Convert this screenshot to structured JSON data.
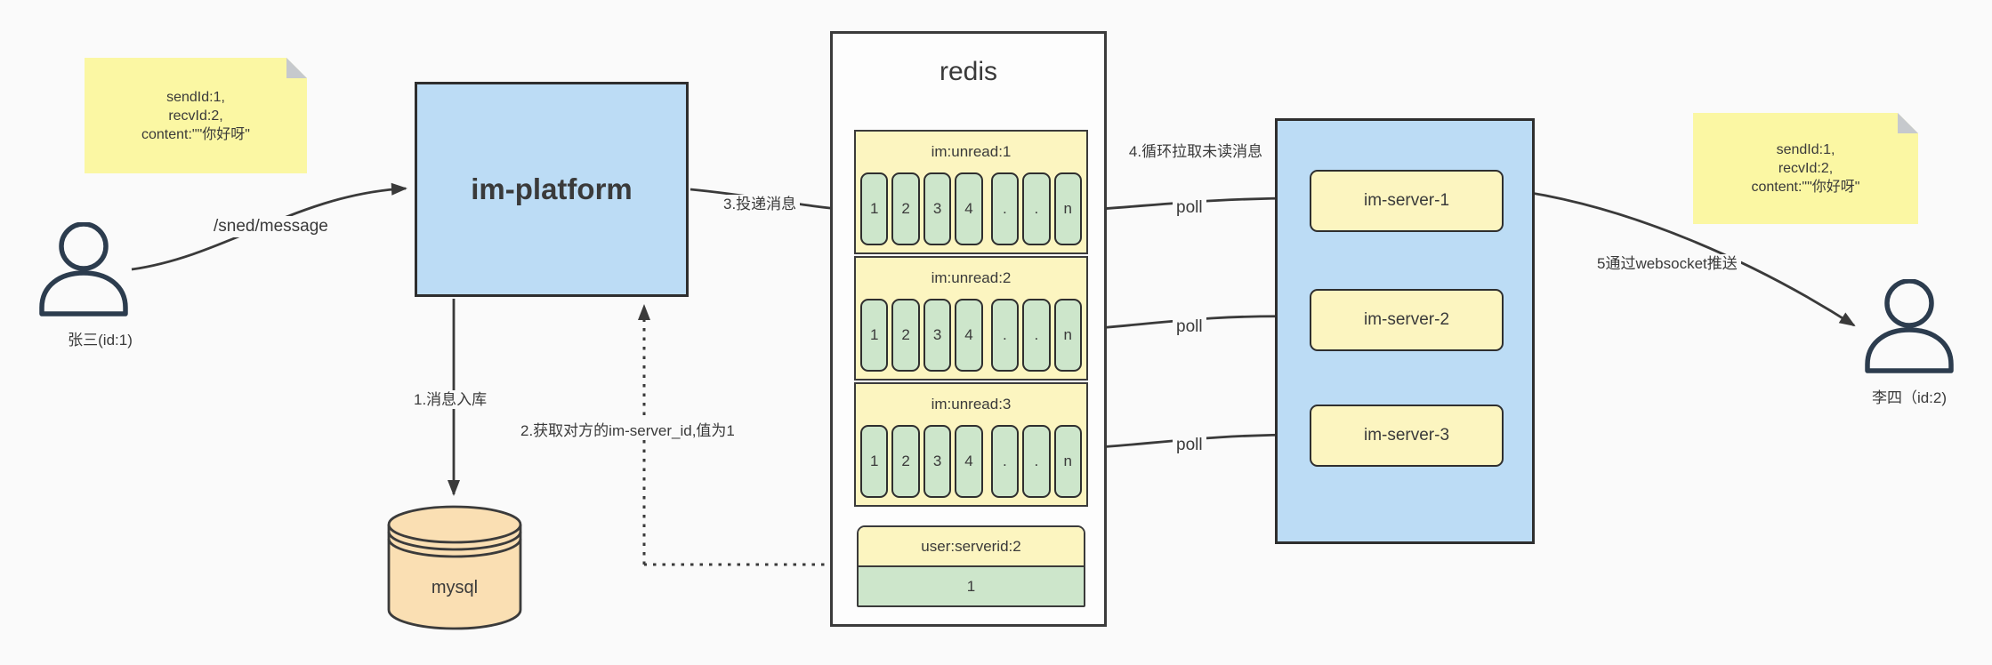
{
  "canvas": {
    "background": "#fafafa",
    "line_color": "#3a3a3a"
  },
  "notes": {
    "left": {
      "lines": [
        "sendId:1,",
        "recvId:2,",
        "content:\"\"你好呀\""
      ]
    },
    "right": {
      "lines": [
        "sendId:1,",
        "recvId:2,",
        "content:\"\"你好呀\""
      ]
    }
  },
  "actors": {
    "sender": "张三(id:1)",
    "receiver": "李四（id:2)"
  },
  "platform": {
    "label": "im-platform"
  },
  "database": {
    "label": "mysql"
  },
  "redis": {
    "title": "redis",
    "queues": [
      {
        "name": "im:unread:1",
        "cells": [
          "1",
          "2",
          "3",
          "4",
          ".",
          ".",
          "n"
        ]
      },
      {
        "name": "im:unread:2",
        "cells": [
          "1",
          "2",
          "3",
          "4",
          ".",
          ".",
          "n"
        ]
      },
      {
        "name": "im:unread:3",
        "cells": [
          "1",
          "2",
          "3",
          "4",
          ".",
          ".",
          "n"
        ]
      }
    ],
    "kv": {
      "key": "user:serverid:2",
      "value": "1"
    }
  },
  "servers": {
    "items": [
      {
        "label": "im-server-1"
      },
      {
        "label": "im-server-2"
      },
      {
        "label": "im-server-3"
      }
    ]
  },
  "edges": {
    "send": "/sned/message",
    "store": "1.消息入库",
    "lookup": "2.获取对方的im-server_id,值为1",
    "deliver": "3.投递消息",
    "pull": "4.循环拉取未读消息",
    "poll1": "poll",
    "poll2": "poll",
    "poll3": "poll",
    "push": "5通过websocket推送"
  },
  "colors": {
    "sticky_yellow": "#fbf7a3",
    "box_blue": "#bcdcf5",
    "box_yellow": "#fcf5c0",
    "cell_green": "#cde6cb",
    "db_peach": "#fadfb3",
    "stroke": "#3a3a3a"
  }
}
